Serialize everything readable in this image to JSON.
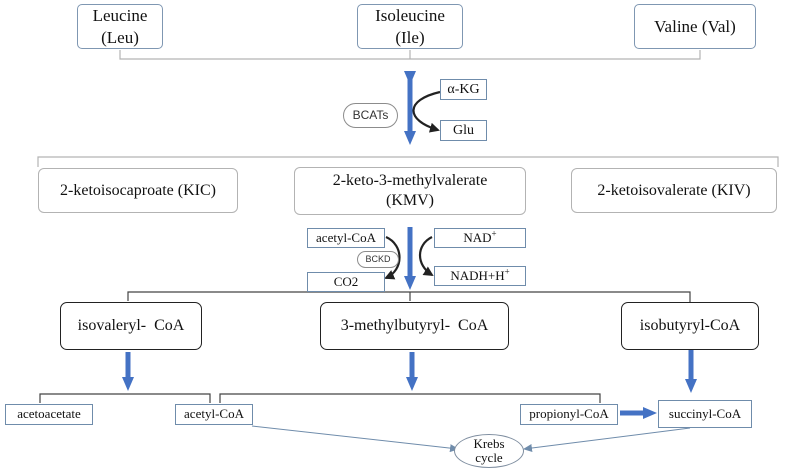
{
  "sources": {
    "leucine": [
      "Leucine",
      "(Leu)"
    ],
    "isoleucine": [
      "Isoleucine",
      "(Ile)"
    ],
    "valine": "Valine (Val)"
  },
  "transamination": {
    "enzyme": "BCATs",
    "cosubstrate_in": "α-KG",
    "cosubstrate_out": "Glu"
  },
  "keto_acids": {
    "kic": "2-ketoisocaproate (KIC)",
    "kmv": [
      "2-keto-3-methylvalerate",
      "(KMV)"
    ],
    "kiv": "2-ketoisovalerate (KIV)"
  },
  "decarboxylation": {
    "enzyme": "BCKD",
    "substrate_in": "acetyl-CoA",
    "product_out": "CO2",
    "nad_in": "NAD",
    "nad_in_sup": "+",
    "nadh_out": "NADH+H",
    "nadh_out_sup": "+"
  },
  "acyl_coas": {
    "isovaleryl": "isovaleryl-  CoA",
    "methylbutyryl": "3-methylbutyryl-  CoA",
    "isobutyryl": "isobutyryl-CoA"
  },
  "end_products": {
    "acetoacetate": "acetoacetate",
    "acetyl_coa": "acetyl-CoA",
    "propionyl_coa": "propionyl-CoA",
    "succinyl_coa": "succinyl-CoA",
    "krebs": [
      "Krebs",
      "cycle"
    ]
  },
  "colors": {
    "arrow": "#4472c4",
    "connector": "#444444",
    "bracket": "#b3b3b3",
    "krebs_line": "#6f8cab"
  }
}
